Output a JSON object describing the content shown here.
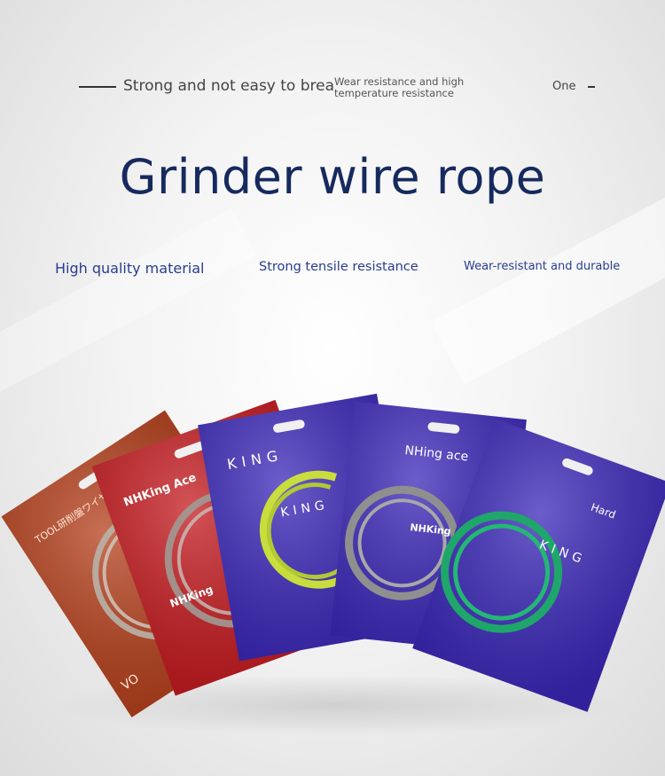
{
  "header": {
    "tagline_left": "Strong and not easy to brea",
    "tagline_middle": "Wear resistance and high temperature resistance",
    "tagline_right": "One"
  },
  "title": "Grinder wire rope",
  "features": [
    {
      "label": "High quality material"
    },
    {
      "label": "Strong tensile resistance"
    },
    {
      "label": "Wear-resistant and durable"
    }
  ],
  "packages": [
    {
      "color": "#b5401c",
      "wire_color": "#b8b2aa",
      "print_1": "TOOL研削盤ワイヤーロープ",
      "print_2": "VO"
    },
    {
      "color": "#c41a1f",
      "wire_color": "#a09a94",
      "print_1": "NHKing Ace",
      "print_2": "NHKing"
    },
    {
      "color": "#3a28b8",
      "wire_color": "#c9dd3c",
      "print_1": "KING",
      "print_2": "KING"
    },
    {
      "color": "#3a28b8",
      "wire_color": "#8f8f8f",
      "print_1": "NHing ace",
      "print_2": "NHKing"
    },
    {
      "color": "#3a28b8",
      "wire_color": "#1fa66a",
      "print_1": "KING",
      "print_2": "Hard"
    }
  ],
  "colors": {
    "title": "#162a5e",
    "feature": "#2a3d8f",
    "tagline": "#444444"
  }
}
